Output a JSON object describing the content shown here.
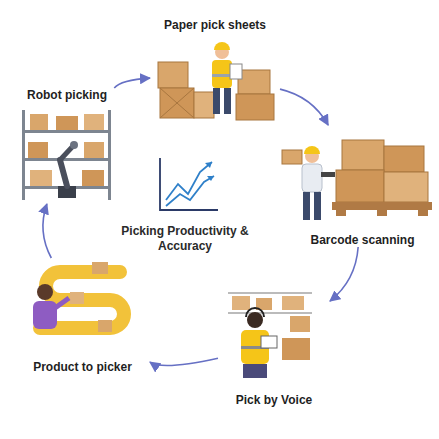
{
  "diagram": {
    "nodes": [
      {
        "text": [
          "Paper pick sheets"
        ]
      },
      {
        "text": [
          "Barcode scanning"
        ]
      },
      {
        "text": [
          "Pick by Voice"
        ]
      },
      {
        "text": [
          "Product to picker"
        ]
      },
      {
        "text": [
          "Robot picking"
        ]
      }
    ],
    "edges": [
      {
        "from": 0,
        "to": 1,
        "arrow": "to"
      },
      {
        "from": 1,
        "to": 2,
        "arrow": "to"
      },
      {
        "from": 2,
        "to": 3,
        "arrow": "to"
      },
      {
        "from": 3,
        "to": 4,
        "arrow": "to"
      },
      {
        "from": 4,
        "to": 0,
        "arrow": "to"
      }
    ],
    "labels": [
      "Picking Productivity & Accuracy"
    ]
  }
}
